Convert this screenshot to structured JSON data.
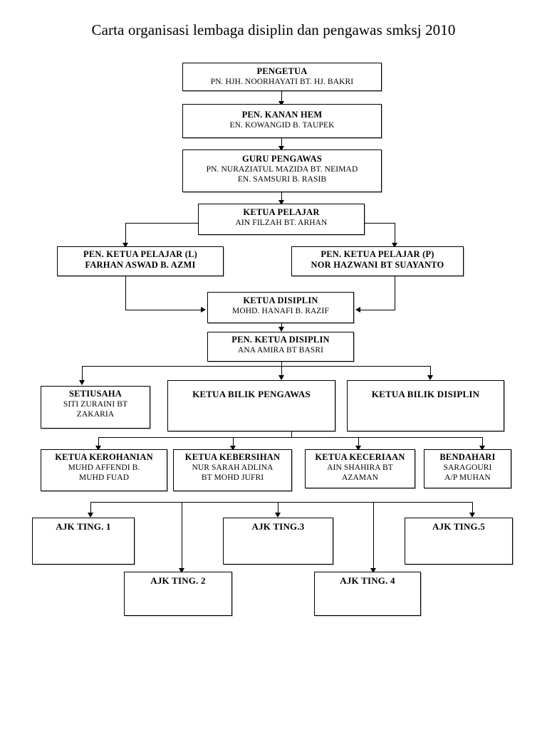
{
  "document": {
    "title": "Carta organisasi lembaga disiplin dan pengawas smksj 2010",
    "background_color": "#ffffff",
    "line_color": "#000000",
    "text_color": "#000000"
  },
  "nodes": {
    "pengetua": {
      "title": "PENGETUA",
      "name": "PN. HJH. NOORHAYATI BT. HJ. BAKRI"
    },
    "pen_kanan_hem": {
      "title": "PEN. KANAN HEM",
      "name": "EN. KOWANGID B. TAUPEK"
    },
    "guru_pengawas": {
      "title": "GURU PENGAWAS",
      "name": "PN. NURAZIATUL MAZIDA BT. NEIMAD",
      "name2": "EN. SAMSURI B. RASIB"
    },
    "ketua_pelajar": {
      "title": "KETUA PELAJAR",
      "name": "AIN FILZAH BT. ARHAN"
    },
    "pen_ketua_pelajar_l": {
      "title": "PEN. KETUA PELAJAR (L)",
      "name": "FARHAN ASWAD B. AZMI"
    },
    "pen_ketua_pelajar_p": {
      "title": "PEN. KETUA PELAJAR (P)",
      "name": "NOR HAZWANI BT SUAYANTO"
    },
    "ketua_disiplin": {
      "title": "KETUA DISIPLIN",
      "name": "MOHD. HANAFI B. RAZIF"
    },
    "pen_ketua_disiplin": {
      "title": "PEN. KETUA DISIPLIN",
      "name": "ANA AMIRA BT BASRI"
    },
    "setiusaha": {
      "title": "SETIUSAHA",
      "name": "SITI ZURAINI BT",
      "name2": "ZAKARIA"
    },
    "ketua_bilik_pengawas": {
      "title": "KETUA BILIK PENGAWAS",
      "name": ""
    },
    "ketua_bilik_disiplin": {
      "title": "KETUA BILIK DISIPLIN",
      "name": ""
    },
    "ketua_kerohanian": {
      "title": "KETUA KEROHANIAN",
      "name": "MUHD AFFENDI B.",
      "name2": "MUHD FUAD"
    },
    "ketua_kebersihan": {
      "title": "KETUA KEBERSIHAN",
      "name": "NUR SARAH ADLINA",
      "name2": "BT MOHD JUFRI"
    },
    "ketua_keceriaan": {
      "title": "KETUA KECERIAAN",
      "name": "AIN SHAHIRA BT",
      "name2": "AZAMAN"
    },
    "bendahari": {
      "title": "BENDAHARI",
      "name": "SARAGOURI",
      "name2": "A/P MUHAN"
    },
    "ajk_ting_1": {
      "title": "AJK TING. 1"
    },
    "ajk_ting_2": {
      "title": "AJK TING. 2"
    },
    "ajk_ting_3": {
      "title": "AJK TING.3"
    },
    "ajk_ting_4": {
      "title": "AJK TING. 4"
    },
    "ajk_ting_5": {
      "title": "AJK TING.5"
    }
  }
}
